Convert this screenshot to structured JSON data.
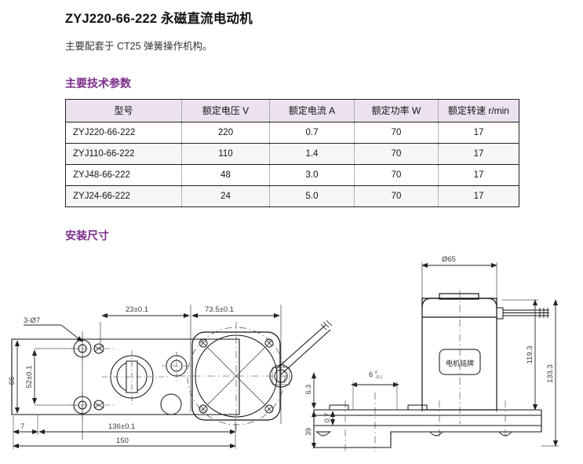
{
  "product": {
    "title": "ZYJ220-66-222 永磁直流电动机",
    "subtitle": "主要配套于 CT25 弹簧操作机构。"
  },
  "sections": {
    "params_heading": "主要技术参数",
    "dimensions_heading": "安装尺寸"
  },
  "spec_table": {
    "headers": [
      "型号",
      "额定电压 V",
      "额定电流 A",
      "额定功率 W",
      "额定转速 r/min"
    ],
    "rows": [
      {
        "model": "ZYJ220-66-222",
        "voltage": "220",
        "current": "0.7",
        "power": "70",
        "speed": "17"
      },
      {
        "model": "ZYJ110-66-222",
        "voltage": "110",
        "current": "1.4",
        "power": "70",
        "speed": "17"
      },
      {
        "model": "ZYJ48-66-222",
        "voltage": "48",
        "current": "3.0",
        "power": "70",
        "speed": "17"
      },
      {
        "model": "ZYJ24-66-222",
        "voltage": "24",
        "current": "5.0",
        "power": "70",
        "speed": "17"
      }
    ]
  },
  "drawing_left": {
    "dim_hole": "3-Ø7",
    "dim_23": "23±0.1",
    "dim_735": "73.5±0.1",
    "dim_66": "66",
    "dim_52": "52±0.1",
    "dim_7": "7",
    "dim_136": "136±0.1",
    "dim_150": "150"
  },
  "drawing_right": {
    "dim_d65": "Ø65",
    "nameplate": "电机铭牌",
    "dim_1193": "119.3",
    "dim_1333": "133.3",
    "dim_63": "6.3",
    "dim_07": "0.7",
    "dim_39": "39",
    "dim_6": "6",
    "dim_6_tol_upper": "0",
    "dim_6_tol_lower": "-0.1"
  },
  "colors": {
    "heading": "#7b2d8b",
    "table_header_bg": "#ece1ef",
    "dim_text": "#3a3a3a"
  }
}
